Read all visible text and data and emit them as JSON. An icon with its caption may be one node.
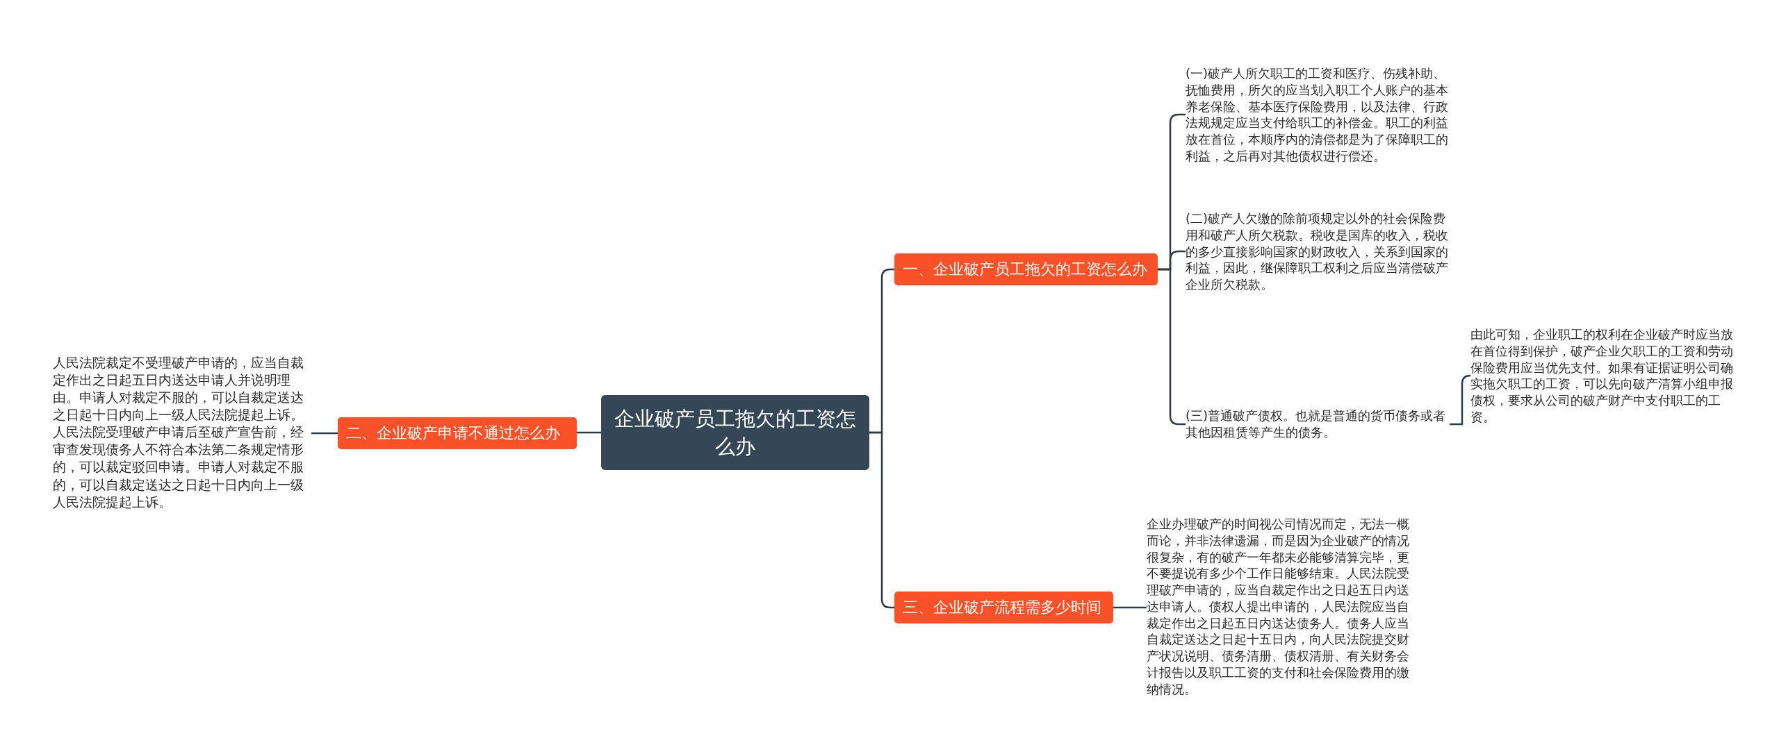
{
  "diagram": {
    "nodes": [
      {
        "text": [
          "企业破产员工拖欠的工资怎么办"
        ]
      },
      {
        "text": [
          "一、企业破产员工拖欠的工资怎么办"
        ]
      },
      {
        "text": [
          "(一)破产人所欠职工的工资和医疗、伤残补助、抚恤费用，所欠的应当划入职工个人账户的基本养老保险、基本医疗保险费用，以及法律、行政法规规定应当支付给职工的补偿金。职工的利益放在首位，本顺序内的清偿都是为了保障职工的利益，之后再对其他债权进行偿还。"
        ]
      },
      {
        "text": [
          "(二)破产人欠缴的除前项规定以外的社会保险费用和破产人所欠税款。税收是国库的收入，税收的多少直接影响国家的财政收入，关系到国家的利益，因此，继保障职工权利之后应当清偿破产企业所欠税款。"
        ]
      },
      {
        "text": [
          "(三)普通破产债权。也就是普通的货币债务或者其他因租赁等产生的债务。"
        ]
      },
      {
        "text": [
          "由此可知，企业职工的权利在企业破产时应当放在首位得到保护，破产企业欠职工的工资和劳动保险费用应当优先支付。如果有证据证明公司确实拖欠职工的工资，可以先向破产清算小组申报债权，要求从公司的破产财产中支付职工的工资。"
        ]
      },
      {
        "text": [
          "二、企业破产申请不通过怎么办"
        ]
      },
      {
        "text": [
          "人民法院裁定不受理破产申请的，应当自裁定作出之日起五日内送达申请人并说明理由。申请人对裁定不服的，可以自裁定送达之日起十日内向上一级人民法院提起上诉。人民法院受理破产申请后至破产宣告前，经审查发现债务人不符合本法第二条规定情形的，可以裁定驳回申请。申请人对裁定不服的，可以自裁定送达之日起十日内向上一级人民法院提起上诉。"
        ]
      },
      {
        "text": [
          "三、企业破产流程需多少时间"
        ]
      },
      {
        "text": [
          "企业办理破产的时间视公司情况而定，无法一概而论，并非法律遗漏，而是因为企业破产的情况很复杂，有的破产一年都未必能够清算完毕，更不要提说有多少个工作日能够结束。人民法院受理破产申请的，应当自裁定作出之日起五日内送达申请人。债权人提出申请的，人民法院应当自裁定作出之日起五日内送达债务人。债务人应当自裁定送达之日起十五日内，向人民法院提交财产状况说明、债务清册、债权清册、有关财务会计报告以及职工工资的支付和社会保险费用的缴纳情况。"
        ]
      }
    ],
    "edges": [
      {
        "from": 0,
        "to": 1,
        "arrow": "none"
      },
      {
        "from": 1,
        "to": 2,
        "arrow": "none"
      },
      {
        "from": 1,
        "to": 3,
        "arrow": "none"
      },
      {
        "from": 1,
        "to": 4,
        "arrow": "none"
      },
      {
        "from": 4,
        "to": 5,
        "arrow": "none"
      },
      {
        "from": 0,
        "to": 6,
        "arrow": "none"
      },
      {
        "from": 6,
        "to": 7,
        "arrow": "none"
      },
      {
        "from": 0,
        "to": 8,
        "arrow": "none"
      },
      {
        "from": 8,
        "to": 9,
        "arrow": "none"
      }
    ]
  }
}
